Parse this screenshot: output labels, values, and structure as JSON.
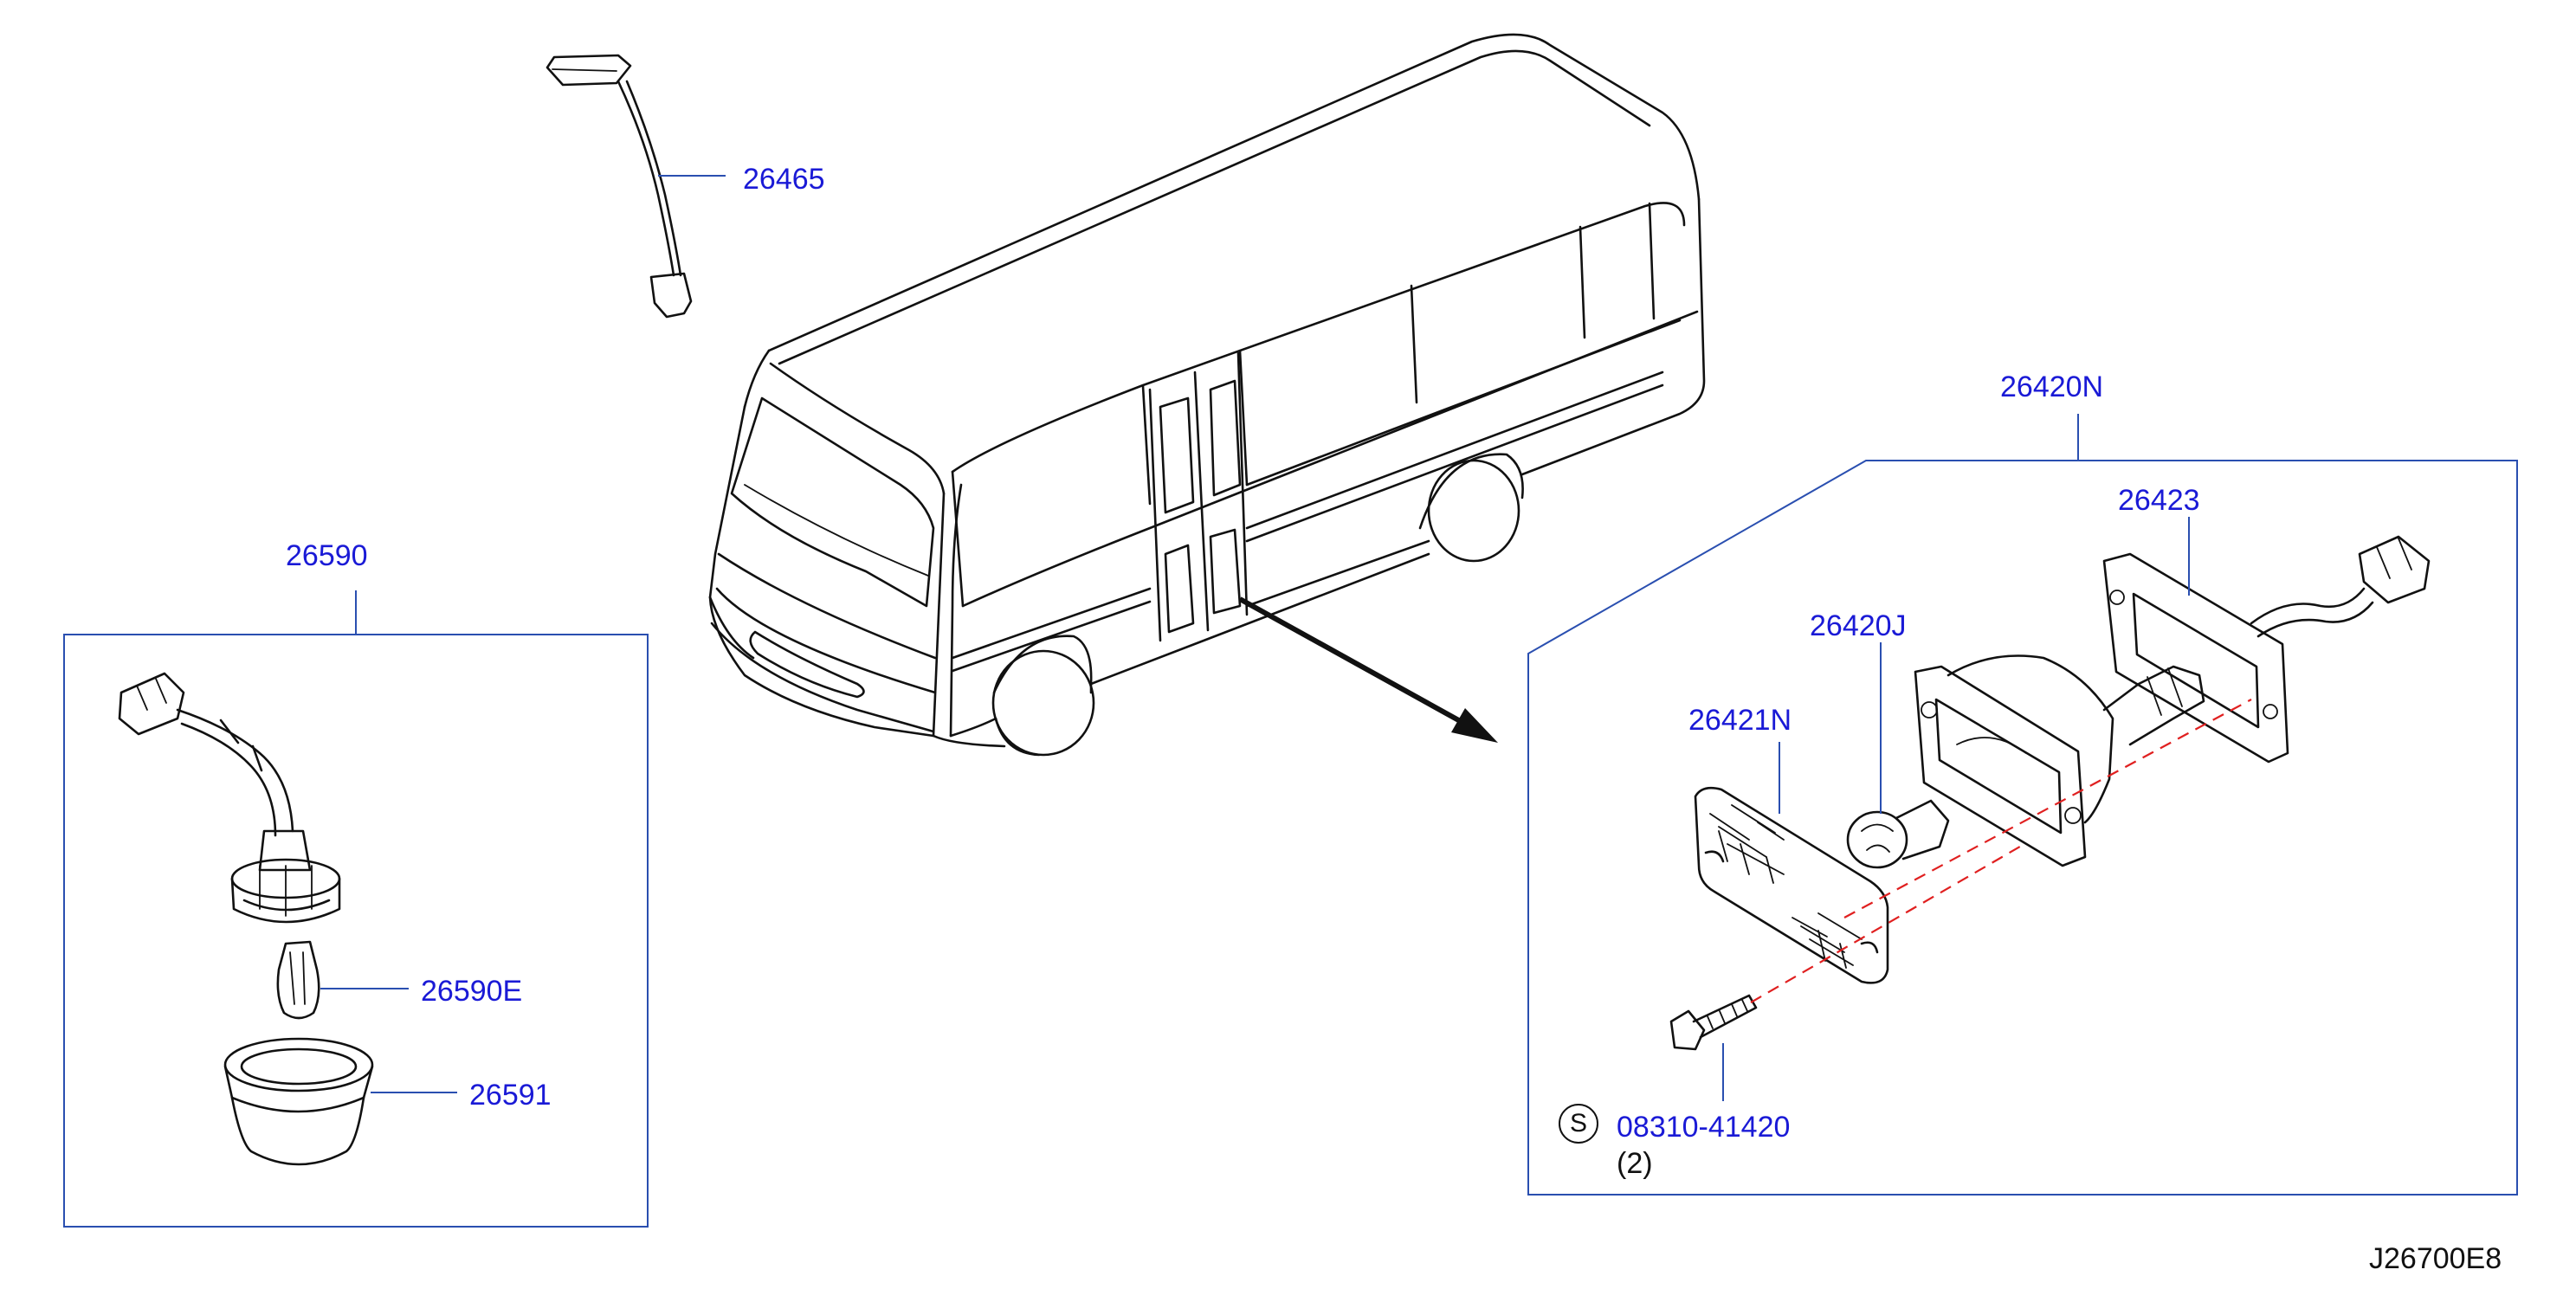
{
  "diagram_id": "J26700E8",
  "parts": {
    "antenna": "26465",
    "lamp_assembly_left": "26590",
    "bulb_left": "26590E",
    "cover_left": "26591",
    "lamp_assembly_right": "26420N",
    "gasket": "26423",
    "bulb_right": "26420J",
    "lens": "26421N",
    "screw": "08310-41420",
    "screw_qty": "(2)",
    "screw_symbol": "S"
  },
  "colors": {
    "label": "#1a1ad6",
    "leader": "#2a4fb0",
    "drawing": "#111111",
    "alignment_dash": "#e02020"
  }
}
